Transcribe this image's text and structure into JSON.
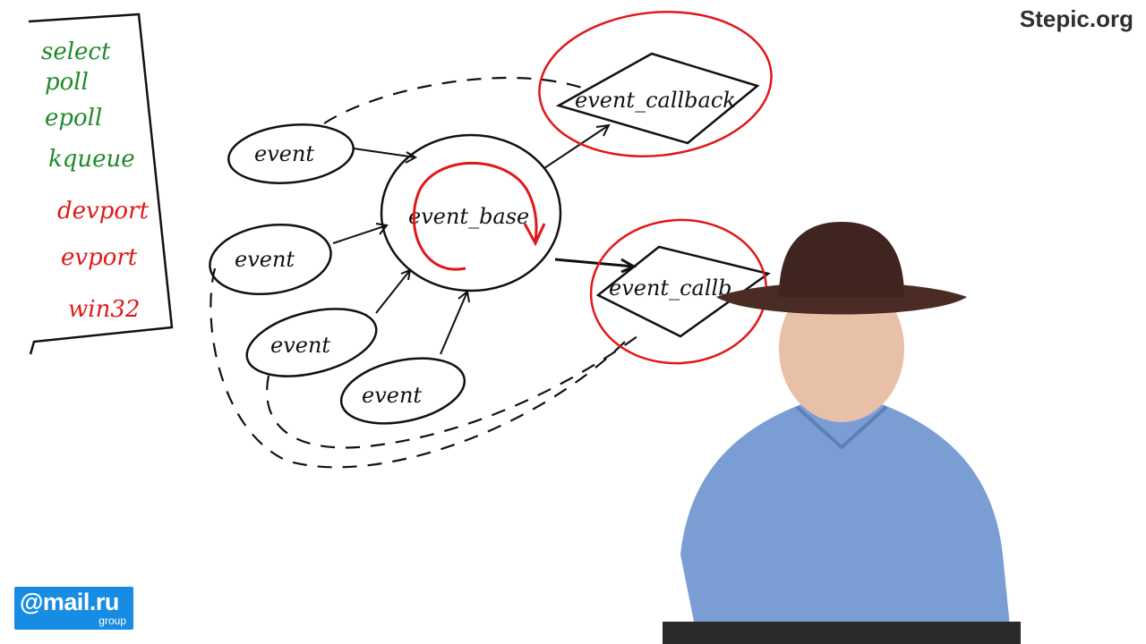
{
  "watermark": "Stepic.org",
  "backends": [
    {
      "label": "select",
      "color": "#1f8a2a"
    },
    {
      "label": "poll",
      "color": "#1f8a2a"
    },
    {
      "label": "epoll",
      "color": "#1f8a2a"
    },
    {
      "label": "kqueue",
      "color": "#1f8a2a"
    },
    {
      "label": "devport",
      "color": "#e01818"
    },
    {
      "label": "evport",
      "color": "#e01818"
    },
    {
      "label": "win32",
      "color": "#e01818"
    }
  ],
  "diagram": {
    "events": [
      "event",
      "event",
      "event",
      "event"
    ],
    "core": "event_base",
    "callbacks": [
      "event_callback",
      "event_callb"
    ]
  },
  "logo": {
    "main": "@mail.ru",
    "sub": "group"
  },
  "colors": {
    "green_ink": "#1f8a2a",
    "red_ink": "#e01818",
    "black_ink": "#111111",
    "logo_blue": "#168de2"
  }
}
